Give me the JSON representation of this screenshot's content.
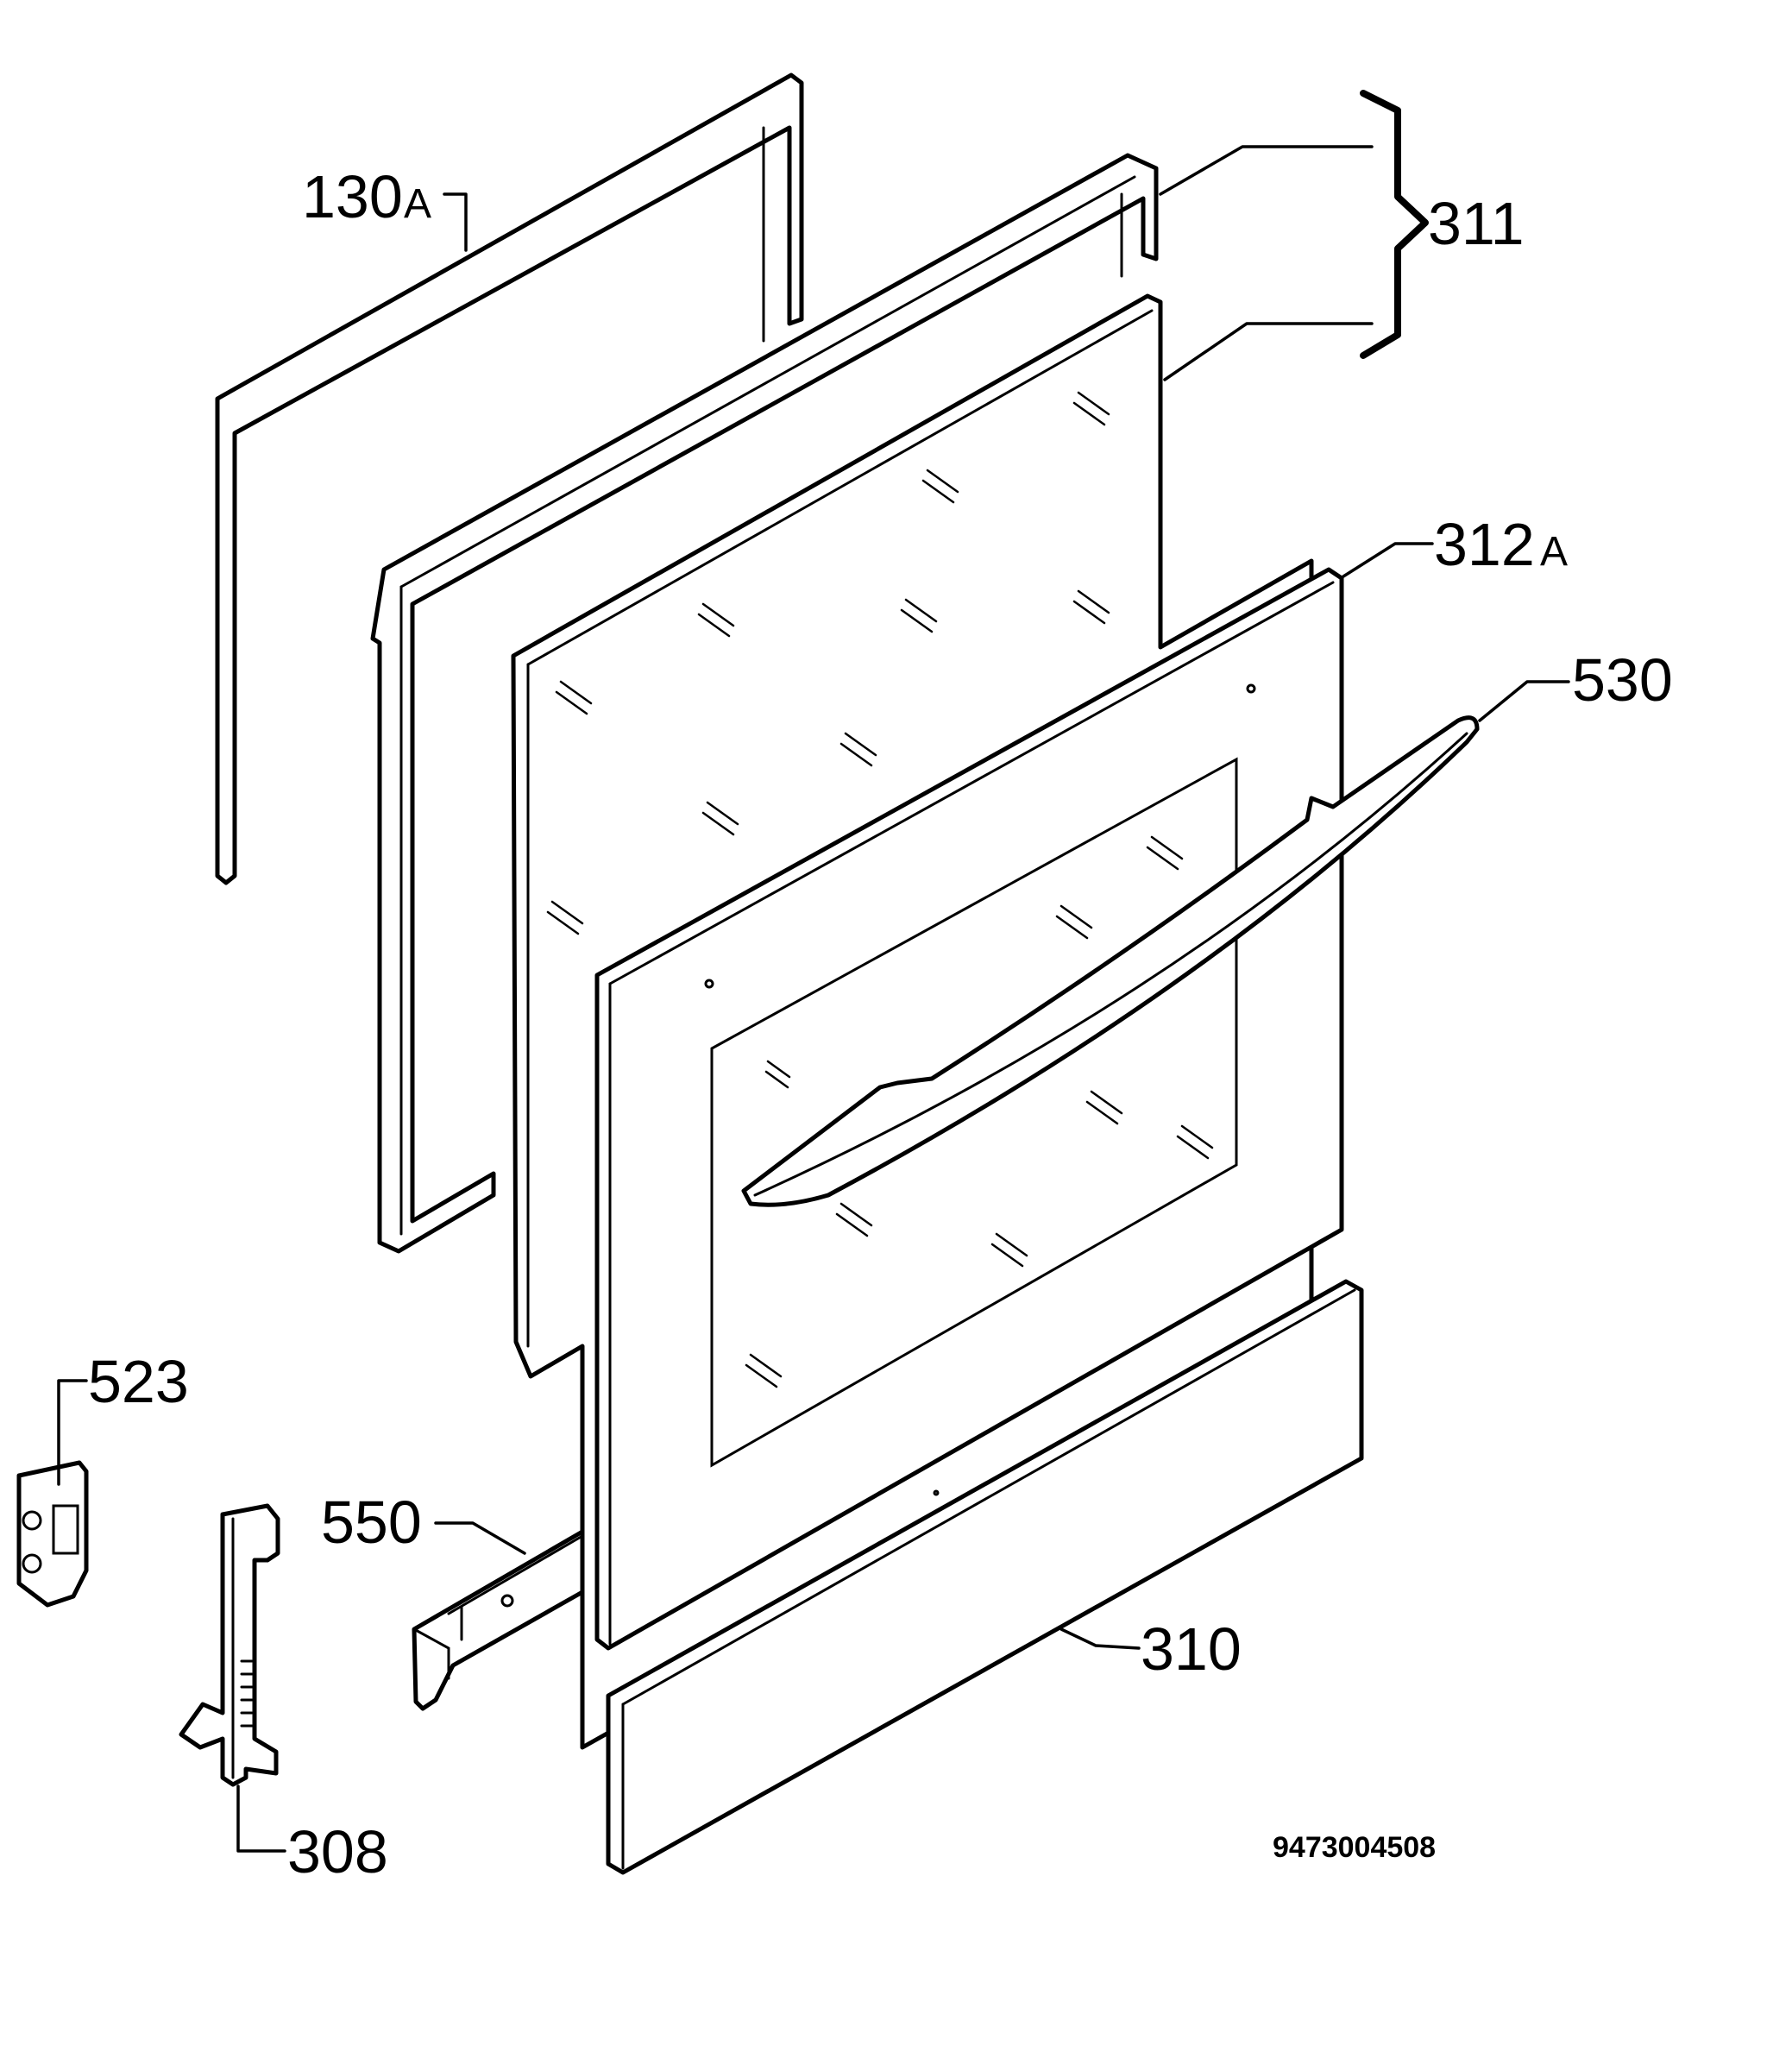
{
  "diagram": {
    "labels": {
      "gasket": {
        "number": "130",
        "suffix": "A"
      },
      "glass_set": "311",
      "outer_door": {
        "number": "312",
        "suffix": "A"
      },
      "handle": "530",
      "hinge": "523",
      "hinge_catch": "308",
      "bracket": "550",
      "bottom_strip": "310"
    },
    "drawing_number": "9473004508"
  }
}
